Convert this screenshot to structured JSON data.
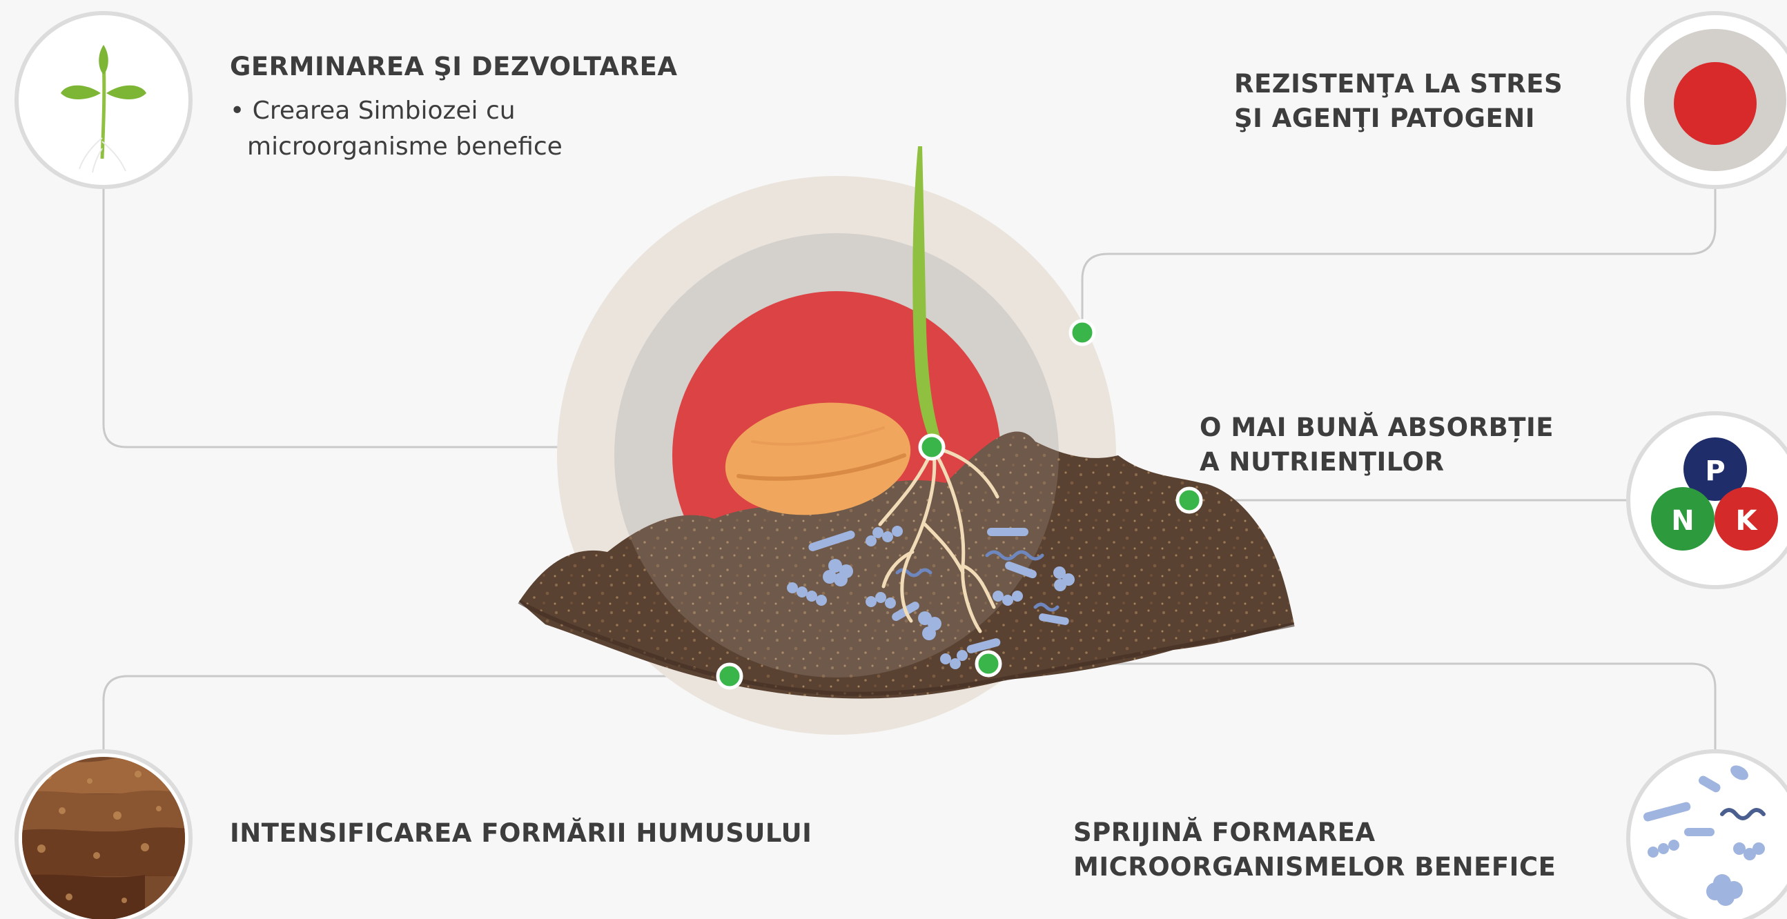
{
  "items": {
    "germination": {
      "title": "GERMINAREA ŞI DEZVOLTAREA",
      "bullet_line1": "• Crearea Simbiozei cu",
      "bullet_line2": "microorganisme benefice",
      "icon": "sprout-icon"
    },
    "stress": {
      "title_line1": "REZISTENŢA LA STRES",
      "title_line2": "ŞI AGENŢI PATOGENI",
      "icon": "red-shield-circle-icon"
    },
    "absorption": {
      "title_line1": "O MAI BUNĂ ABSORBȚIE",
      "title_line2": "A NUTRIENŢILOR",
      "icon": "npk-icon",
      "npk": [
        "P",
        "N",
        "K"
      ]
    },
    "humus": {
      "title": "INTENSIFICAREA FORMĂRII HUMUSULUI",
      "icon": "soil-layers-icon"
    },
    "microorganisms": {
      "title_line1": "SPRIJINĂ FORMAREA",
      "title_line2": "MICROORGANISMELOR BENEFICE",
      "icon": "microbes-icon"
    }
  },
  "colors": {
    "background": "#f7f7f7",
    "accent_red": "#d8292b",
    "connector_green": "#3ab54a",
    "connector_line": "#c9c9c9",
    "soil": "#5a4232",
    "seed": "#f0a65c",
    "text": "#3d3d3d"
  }
}
